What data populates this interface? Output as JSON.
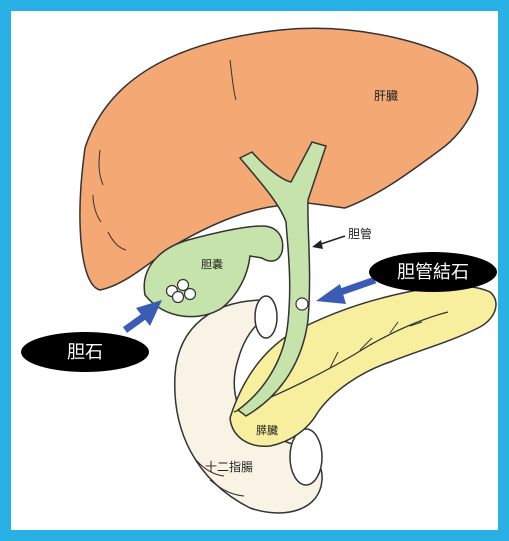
{
  "diagram": {
    "labels": {
      "liver": "肝臓",
      "bile_duct": "胆管",
      "gallbladder": "胆嚢",
      "pancreas": "膵臓",
      "duodenum": "十二指腸"
    },
    "callouts": {
      "gallstone": "胆石",
      "bile_duct_stone": "胆管結石"
    },
    "colors": {
      "frame": "#29b1e6",
      "liver": "#f4a874",
      "gallbladder_duct": "#c6e3ac",
      "pancreas": "#f8ef9e",
      "duodenum": "#f8f3e4",
      "arrow": "#3a5cb4",
      "callout_bg": "#000000"
    }
  }
}
